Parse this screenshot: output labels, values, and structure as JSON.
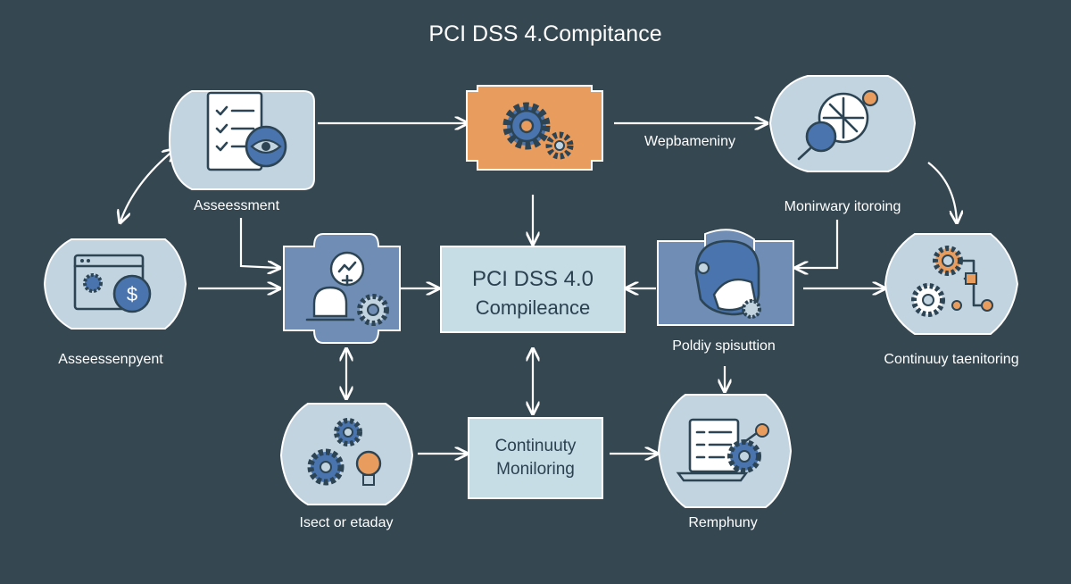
{
  "title": "PCI DSS 4.Compitance",
  "central": {
    "line1": "PCI DSS 4.0",
    "line2": "Compileance"
  },
  "continuity_box": {
    "line1": "Continuuty",
    "line2": "Moniloring"
  },
  "labels": {
    "assessment": "Asseessment",
    "assessenpyent": "Asseessenpyent",
    "webpameniny": "Wepbameniny",
    "monirwary": "Monirwary itoroing",
    "policy": "Poldiy spisuttion",
    "continuity_monitoring": "Continuuy taenitoring",
    "isect": "Isect or etaday",
    "remphuny": "Remphuny"
  },
  "icons": {
    "assessment": "checklist-eye-icon",
    "assessenpyent": "browser-dollar-icon",
    "webpameniny": "gears-icon",
    "monirwary": "magnifier-shield-icon",
    "left_center": "dome-gear-icon",
    "policy": "face-gear-icon",
    "continuity_monitoring": "gear-flow-icon",
    "isect": "gears-bulb-icon",
    "remphuny": "laptop-gear-icon"
  },
  "colors": {
    "background": "#354751",
    "node_fill": "#c2d4e0",
    "central_fill": "#c6dde6",
    "orange": "#e89c5d",
    "blue_box": "#6f8db5",
    "ink": "#2c4453",
    "accent_blue": "#4a74ad"
  }
}
